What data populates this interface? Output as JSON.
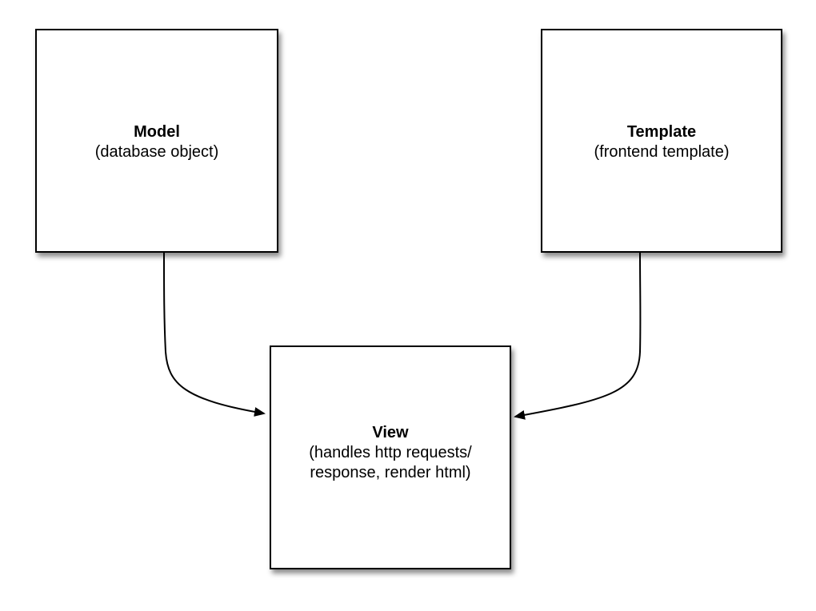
{
  "nodes": {
    "model": {
      "title": "Model",
      "subtitle": "(database object)"
    },
    "template": {
      "title": "Template",
      "subtitle": "(frontend template)"
    },
    "view": {
      "title": "View",
      "subtitle_line1": "(handles http requests/",
      "subtitle_line2": "response, render html)"
    }
  },
  "edges": [
    {
      "from": "model",
      "to": "view"
    },
    {
      "from": "template",
      "to": "view"
    }
  ],
  "colors": {
    "stroke": "#000000",
    "box_fill": "#ffffff"
  }
}
